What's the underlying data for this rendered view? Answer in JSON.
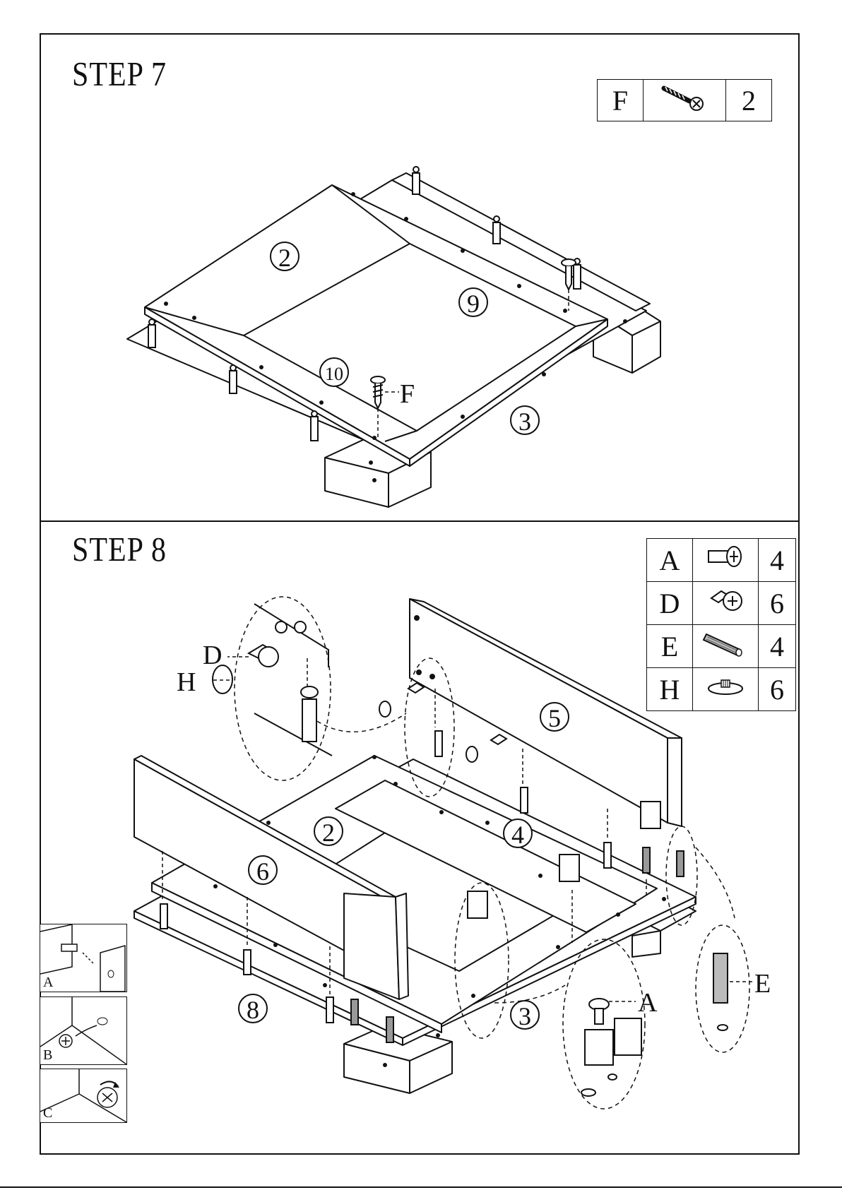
{
  "step7": {
    "title": "STEP 7",
    "parts": [
      {
        "letter": "F",
        "icon": "screw-icon",
        "qty": "2"
      }
    ],
    "part_numbers": [
      "2",
      "9",
      "10",
      "3"
    ],
    "callouts": [
      "F"
    ]
  },
  "step8": {
    "title": "STEP 8",
    "parts": [
      {
        "letter": "A",
        "icon": "bolt-icon",
        "qty": "4"
      },
      {
        "letter": "D",
        "icon": "cam-lock-icon",
        "qty": "6"
      },
      {
        "letter": "E",
        "icon": "wooden-dowel-icon",
        "qty": "4"
      },
      {
        "letter": "H",
        "icon": "cap-cover-icon",
        "qty": "6"
      }
    ],
    "part_numbers": [
      "5",
      "2",
      "4",
      "6",
      "8",
      "3"
    ],
    "callouts": [
      "D",
      "H",
      "A",
      "E"
    ],
    "detail_labels": [
      "A",
      "B",
      "C"
    ]
  }
}
